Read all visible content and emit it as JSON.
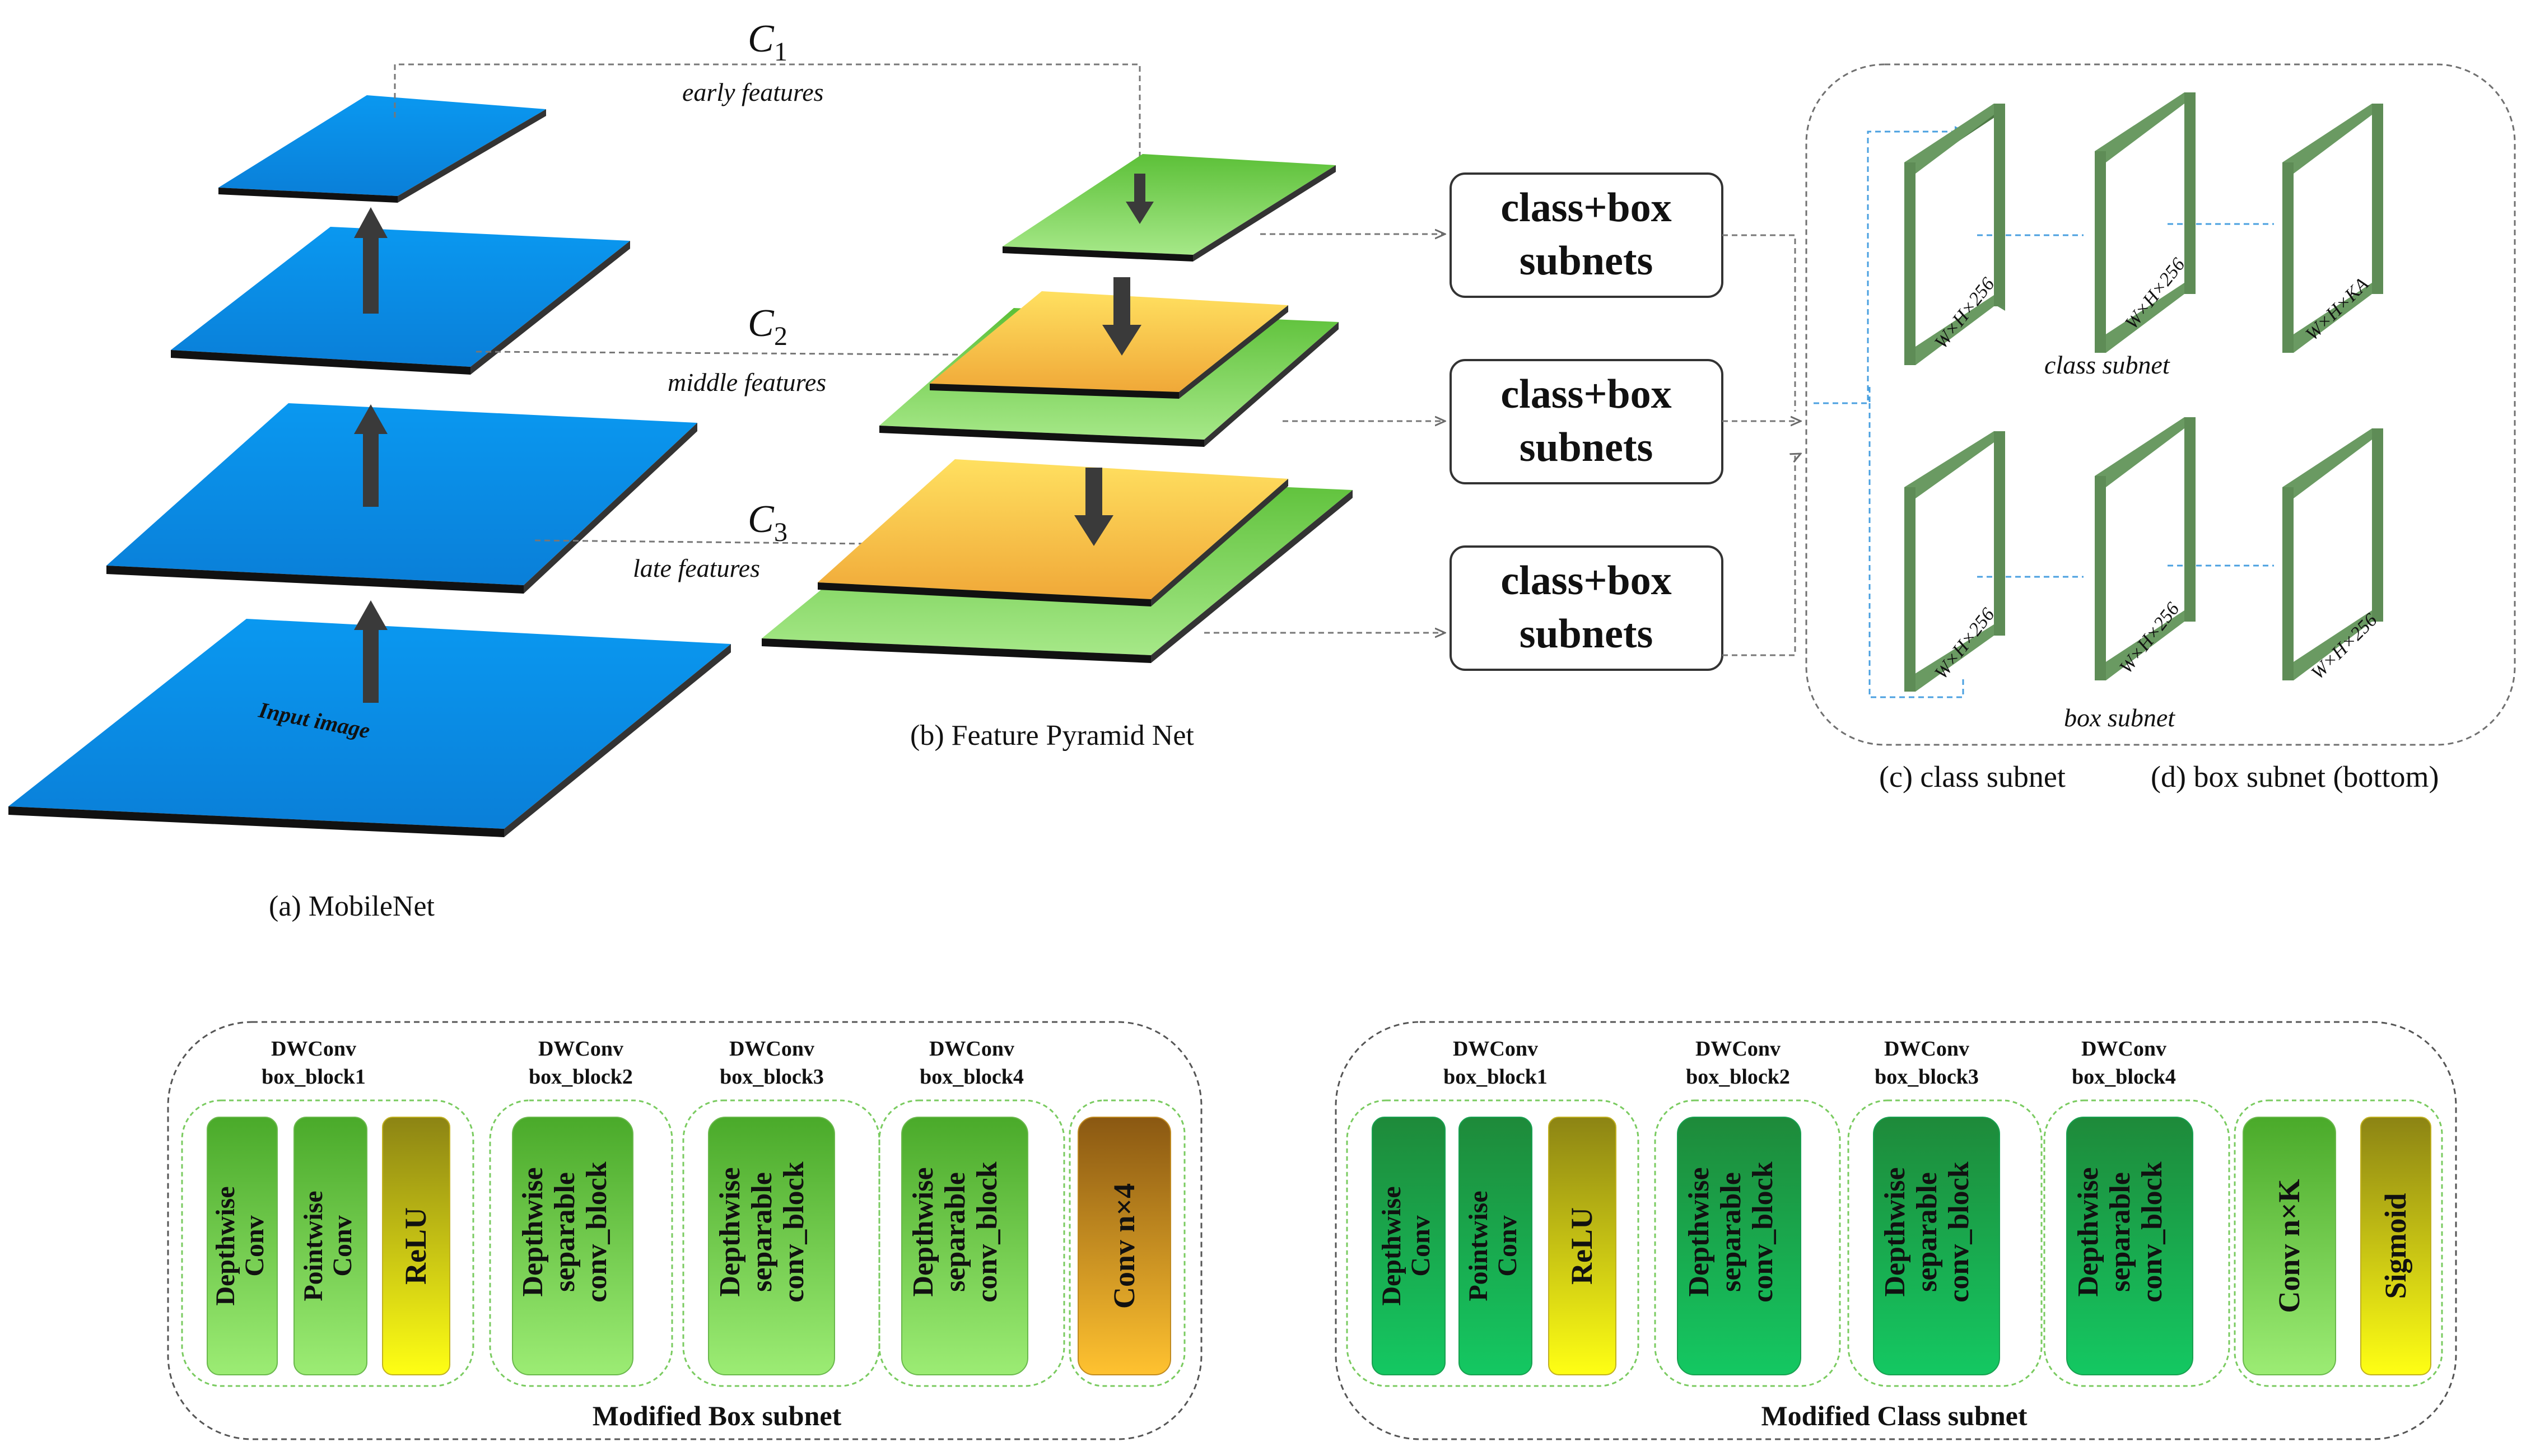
{
  "colors": {
    "blue": "#0a90e8",
    "blue_dark": "#0566b8",
    "green_light": "#9fe27c",
    "green_mid": "#6cc44a",
    "yellow": "#ffd640",
    "orange": "#f0a030",
    "frame_green": "#5f8f5a",
    "dash_gray": "#707070",
    "dash_blue": "#4aa0e0",
    "box_green_top": "#1f9a3a",
    "box_green_bottom": "#16c060",
    "lime_top": "#4fae2a",
    "lime_bottom": "#94e86a",
    "yellow_top": "#8a8a10",
    "yellow_bottom": "#ffff10",
    "orange_top": "#8a5a10",
    "orange_bottom": "#ffc030"
  },
  "mobilenet": {
    "input_label": "Input image",
    "caption": "(a) MobileNet"
  },
  "fpn": {
    "caption": "(b) Feature Pyramid Net",
    "c1": {
      "symbol": "C",
      "sub": "1",
      "desc": "early features"
    },
    "c2": {
      "symbol": "C",
      "sub": "2",
      "desc": "middle features"
    },
    "c3": {
      "symbol": "C",
      "sub": "3",
      "desc": "late features"
    }
  },
  "subnet_boxes": [
    {
      "line1": "class+box",
      "line2": "subnets"
    },
    {
      "line1": "class+box",
      "line2": "subnets"
    },
    {
      "line1": "class+box",
      "line2": "subnets"
    }
  ],
  "class_subnet": {
    "label": "class subnet",
    "frames": [
      "W×H×256",
      "W×H×256",
      "W×H×KA"
    ]
  },
  "box_subnet": {
    "label": "box subnet",
    "frames": [
      "W×H×256",
      "W×H×256",
      "W×H×256"
    ]
  },
  "captions": {
    "c": "(c) class subnet",
    "d": "(d) box subnet (bottom)"
  },
  "modified_box": {
    "title": "Modified Box subnet",
    "groups": [
      {
        "head1": "DWConv",
        "head2": "box_block1"
      },
      {
        "head1": "DWConv",
        "head2": "box_block2"
      },
      {
        "head1": "DWConv",
        "head2": "box_block3"
      },
      {
        "head1": "DWConv",
        "head2": "box_block4"
      }
    ],
    "blocks": [
      {
        "lines": [
          "Depthwise",
          "Conv"
        ]
      },
      {
        "lines": [
          "Pointwise",
          "Conv"
        ]
      },
      {
        "lines": [
          "ReLU"
        ]
      },
      {
        "lines": [
          "Depthwise",
          "separable",
          "conv_block"
        ]
      },
      {
        "lines": [
          "Depthwise",
          "separable",
          "conv_block"
        ]
      },
      {
        "lines": [
          "Depthwise",
          "separable",
          "conv_block"
        ]
      },
      {
        "lines": [
          "Conv n×4"
        ]
      }
    ]
  },
  "modified_class": {
    "title": "Modified Class subnet",
    "groups": [
      {
        "head1": "DWConv",
        "head2": "box_block1"
      },
      {
        "head1": "DWConv",
        "head2": "box_block2"
      },
      {
        "head1": "DWConv",
        "head2": "box_block3"
      },
      {
        "head1": "DWConv",
        "head2": "box_block4"
      }
    ],
    "blocks": [
      {
        "lines": [
          "Depthwise",
          "Conv"
        ]
      },
      {
        "lines": [
          "Pointwise",
          "Conv"
        ]
      },
      {
        "lines": [
          "ReLU"
        ]
      },
      {
        "lines": [
          "Depthwise",
          "separable",
          "conv_block"
        ]
      },
      {
        "lines": [
          "Depthwise",
          "separable",
          "conv_block"
        ]
      },
      {
        "lines": [
          "Depthwise",
          "separable",
          "conv_block"
        ]
      },
      {
        "lines": [
          "Conv n×K"
        ]
      },
      {
        "lines": [
          "Sigmoid"
        ]
      }
    ]
  }
}
